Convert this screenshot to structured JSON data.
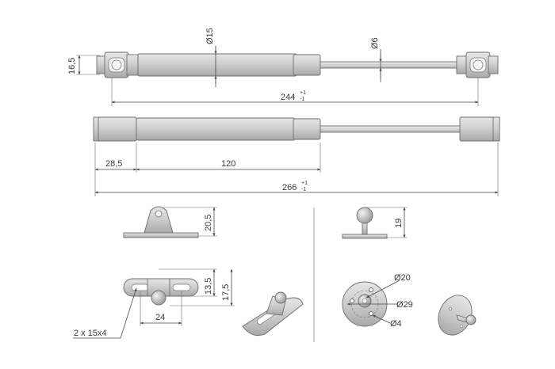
{
  "colors": {
    "body_fill": "#cfcfcf",
    "body_shade": "#b6b6b6",
    "rod_fill": "#d9d9d9",
    "line": "#4a4a4a",
    "background": "#ffffff"
  },
  "top_spring": {
    "dia_body": "Ø15",
    "dia_rod": "Ø6",
    "height": "16,5",
    "length": "244",
    "length_tol_upper": "+1",
    "length_tol_lower": "-1"
  },
  "bottom_spring": {
    "end_length": "28,5",
    "stroke_length": "120",
    "total_length": "266",
    "total_tol_upper": "+1",
    "total_tol_lower": "-1"
  },
  "bracket": {
    "height": "20,5",
    "dim_13": "13,5",
    "dim_17": "17,5",
    "hole_spacing": "24",
    "slots": "2 x 15x4"
  },
  "ball_mount": {
    "height": "19",
    "dia_outer": "Ø20",
    "dia_circle": "Ø29",
    "dia_hole": "Ø4"
  }
}
